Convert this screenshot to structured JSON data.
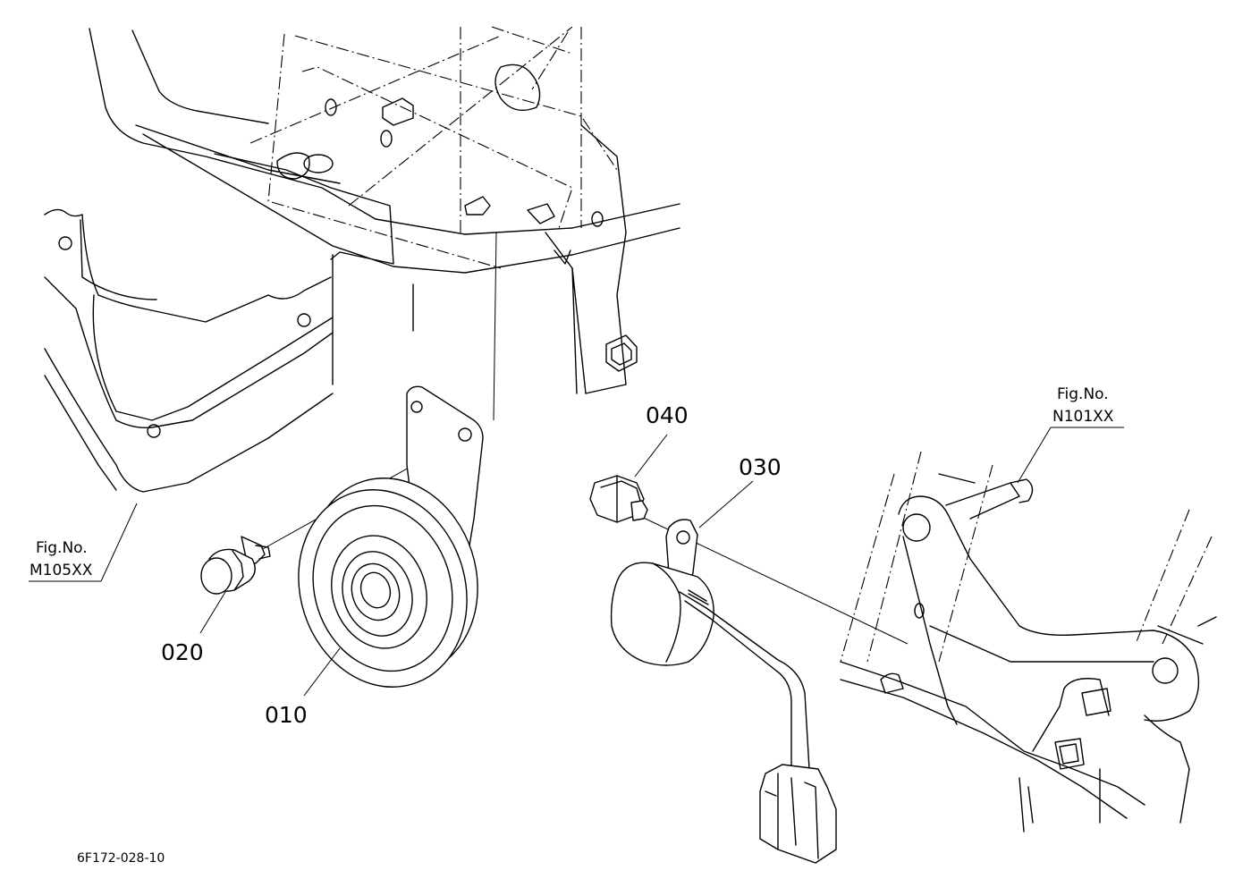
{
  "callouts": {
    "part_010": "010",
    "part_020": "020",
    "part_030": "030",
    "part_040": "040"
  },
  "references": {
    "left": {
      "line1": "Fig.No.",
      "line2": "M105XX"
    },
    "right": {
      "line1": "Fig.No.",
      "line2": "N101XX"
    }
  },
  "drawing_code": "6F172-028-10"
}
